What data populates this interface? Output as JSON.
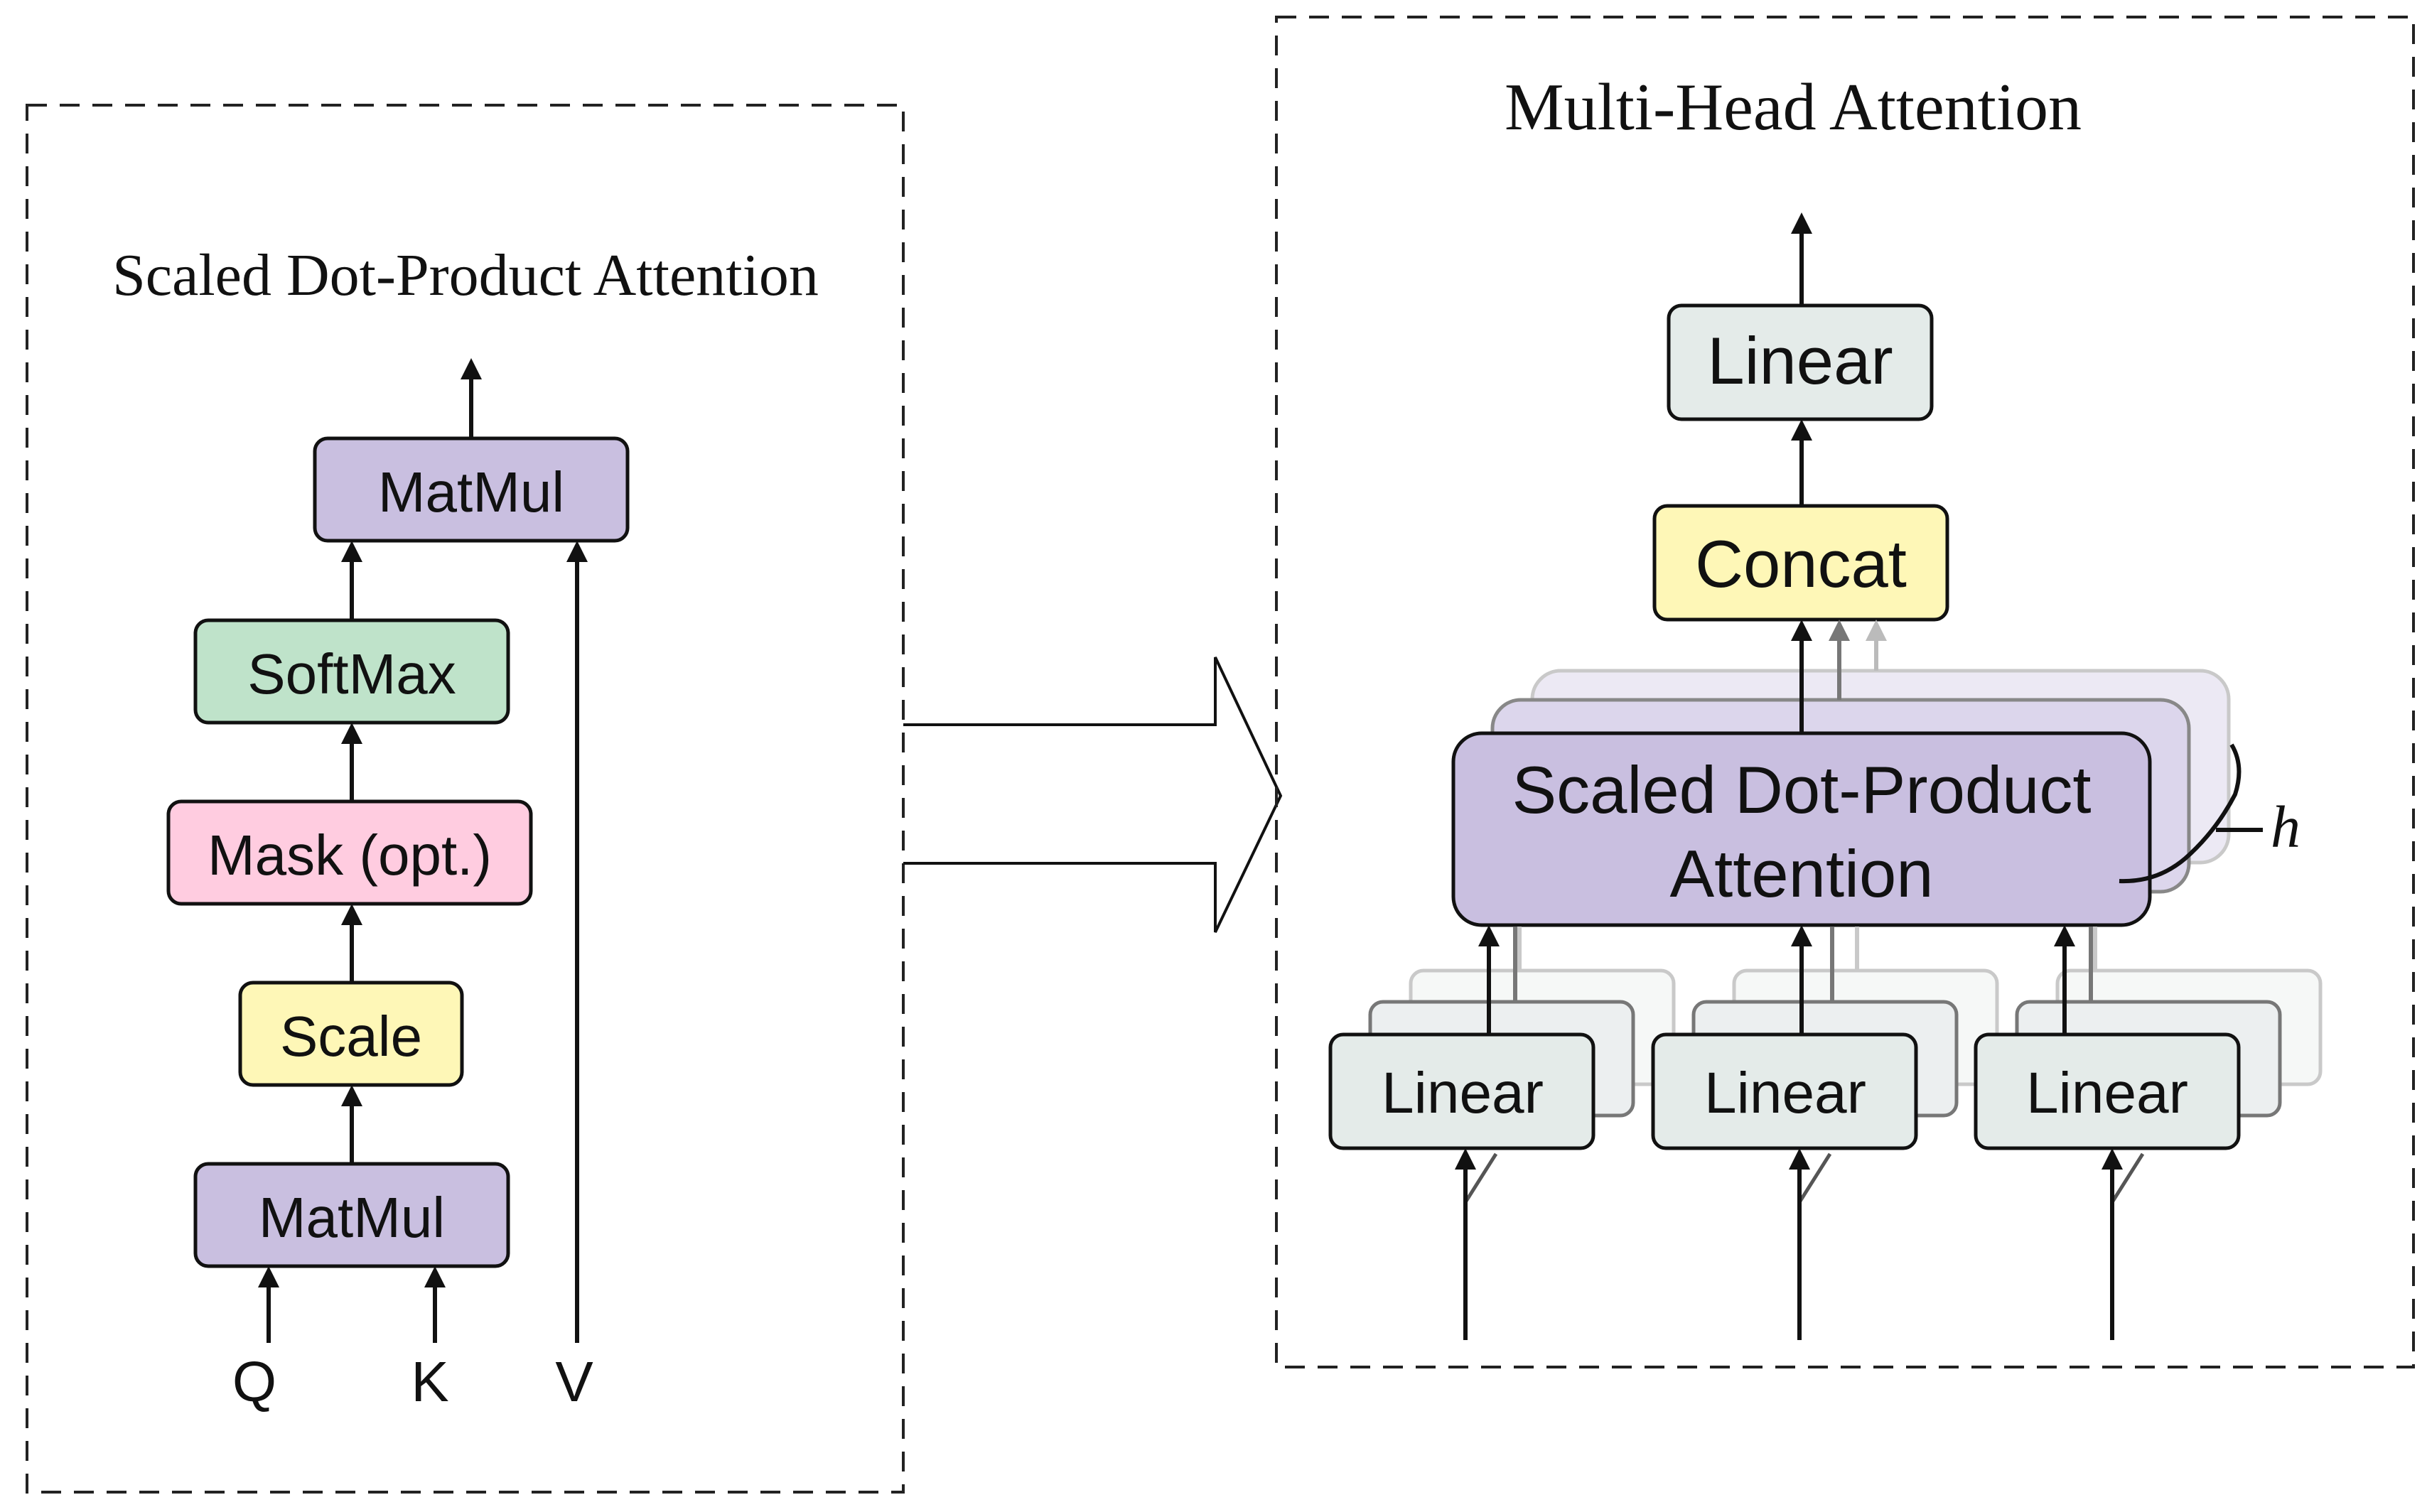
{
  "colors": {
    "matmul": "#c9bfe0",
    "softmax": "#bfe3ca",
    "mask": "#ffcce0",
    "scale": "#fef7b7",
    "concat": "#fef7b7",
    "linear": "#e4ebe9",
    "stroke": "#111111"
  },
  "left_panel": {
    "title": "Scaled Dot-Product Attention",
    "blocks": {
      "matmul_top": "MatMul",
      "softmax": "SoftMax",
      "mask": "Mask (opt.)",
      "scale": "Scale",
      "matmul_bottom": "MatMul"
    },
    "inputs": {
      "q": "Q",
      "k": "K",
      "v": "V"
    }
  },
  "right_panel": {
    "title": "Multi-Head Attention",
    "blocks": {
      "linear_top": "Linear",
      "concat": "Concat",
      "attention_line1": "Scaled Dot-Product",
      "attention_line2": "Attention",
      "linear_left": "Linear",
      "linear_middle": "Linear",
      "linear_right": "Linear"
    },
    "heads_label": "h"
  }
}
